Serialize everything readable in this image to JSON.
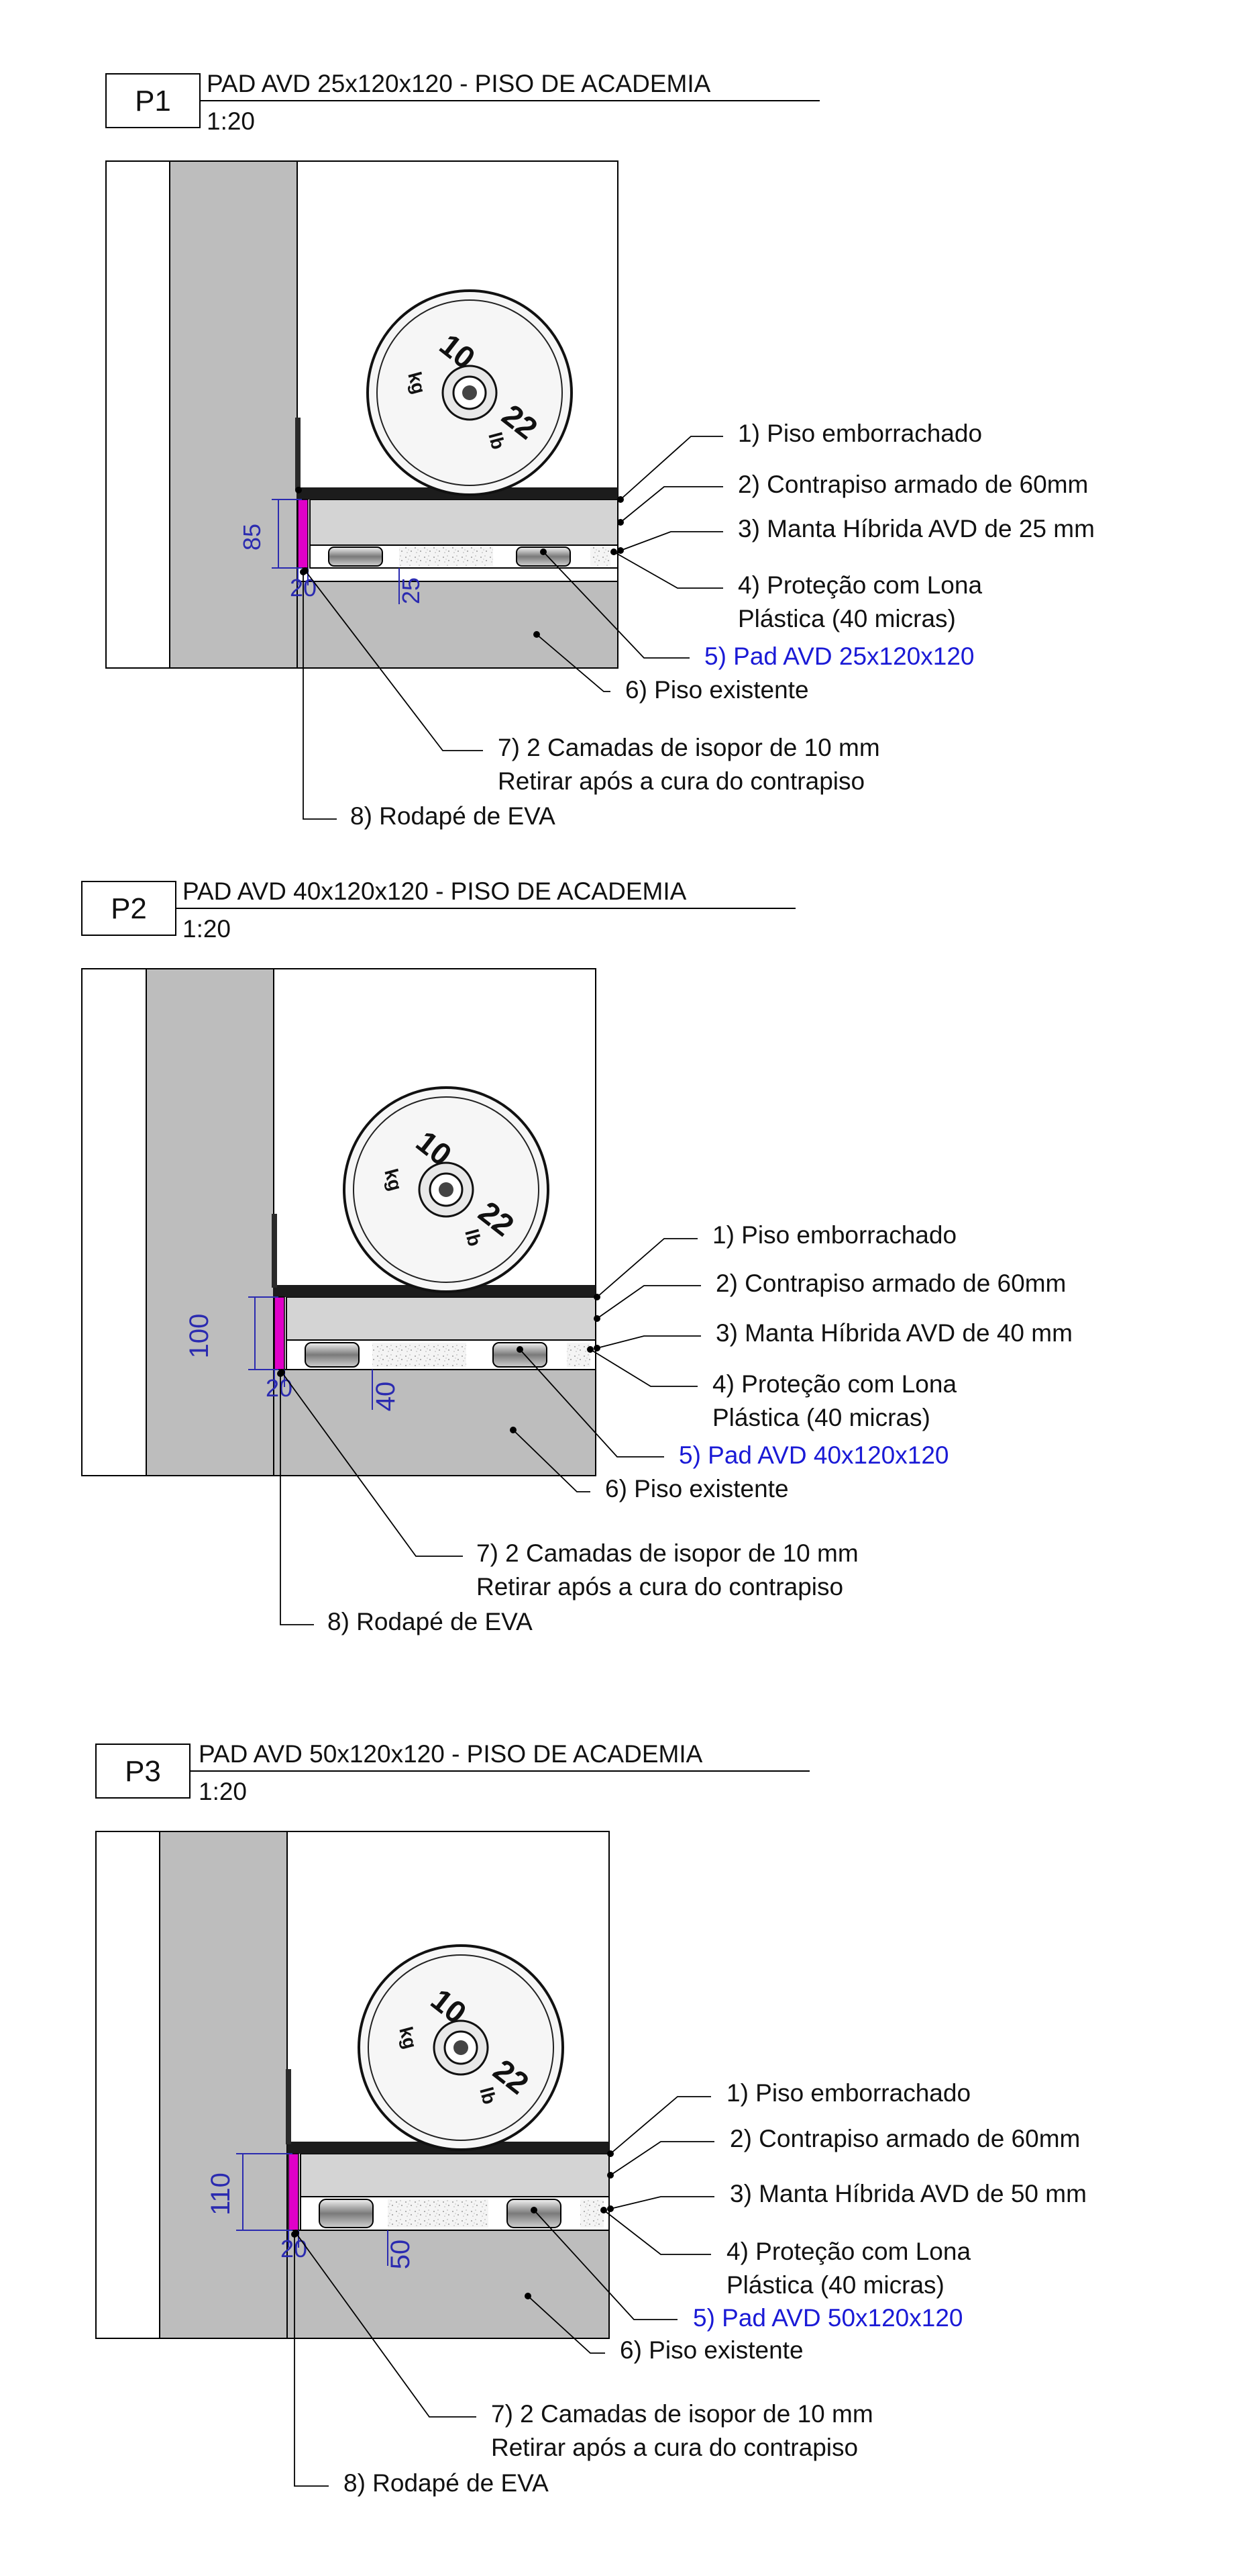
{
  "colors": {
    "wall_fill": "#bdbdbd",
    "floor_fill": "#bdbdbd",
    "screed_fill": "#d2d2d2",
    "rubber_floor": "#1c1c1c",
    "eva_skirting": "#e000c8",
    "dimension_text": "#2b2bb0",
    "pad_label": "#1a1ad6",
    "outline": "#000000"
  },
  "plate": {
    "weight_text": "10",
    "unit_kg": "kg",
    "lb_text": "22",
    "unit_lb": "lb"
  },
  "details": [
    {
      "tag": "P1",
      "title": "PAD AVD 25x120x120 - PISO DE ACADEMIA",
      "scale": "1:20",
      "dim_height": "85",
      "dim_width": "20",
      "dim_pad": "25",
      "labels": [
        "1) Piso emborrachado",
        "2) Contrapiso armado de 60mm",
        "3) Manta Híbrida AVD de 25 mm",
        "4) Proteção com Lona",
        "Plástica (40 micras)",
        "5) Pad AVD 25x120x120",
        "6) Piso existente",
        "7) 2 Camadas de isopor de 10 mm",
        "Retirar após a cura do contrapiso",
        "8) Rodapé de EVA"
      ]
    },
    {
      "tag": "P2",
      "title": "PAD AVD 40x120x120 - PISO DE ACADEMIA",
      "scale": "1:20",
      "dim_height": "100",
      "dim_width": "20",
      "dim_pad": "40",
      "labels": [
        "1) Piso emborrachado",
        "2) Contrapiso armado de 60mm",
        "3) Manta Híbrida AVD de 40 mm",
        "4) Proteção com Lona",
        "Plástica (40 micras)",
        "5) Pad AVD 40x120x120",
        "6) Piso existente",
        "7) 2 Camadas de isopor de 10 mm",
        "Retirar após a cura do contrapiso",
        "8) Rodapé de EVA"
      ]
    },
    {
      "tag": "P3",
      "title": "PAD AVD 50x120x120 - PISO DE ACADEMIA",
      "scale": "1:20",
      "dim_height": "110",
      "dim_width": "20",
      "dim_pad": "50",
      "labels": [
        "1) Piso emborrachado",
        "2) Contrapiso armado de 60mm",
        "3) Manta Híbrida AVD de 50 mm",
        "4) Proteção com Lona",
        "Plástica (40 micras)",
        "5) Pad AVD 50x120x120",
        "6) Piso existente",
        "7) 2 Camadas de isopor de 10 mm",
        "Retirar após a cura do contrapiso",
        "8) Rodapé de EVA"
      ]
    }
  ]
}
